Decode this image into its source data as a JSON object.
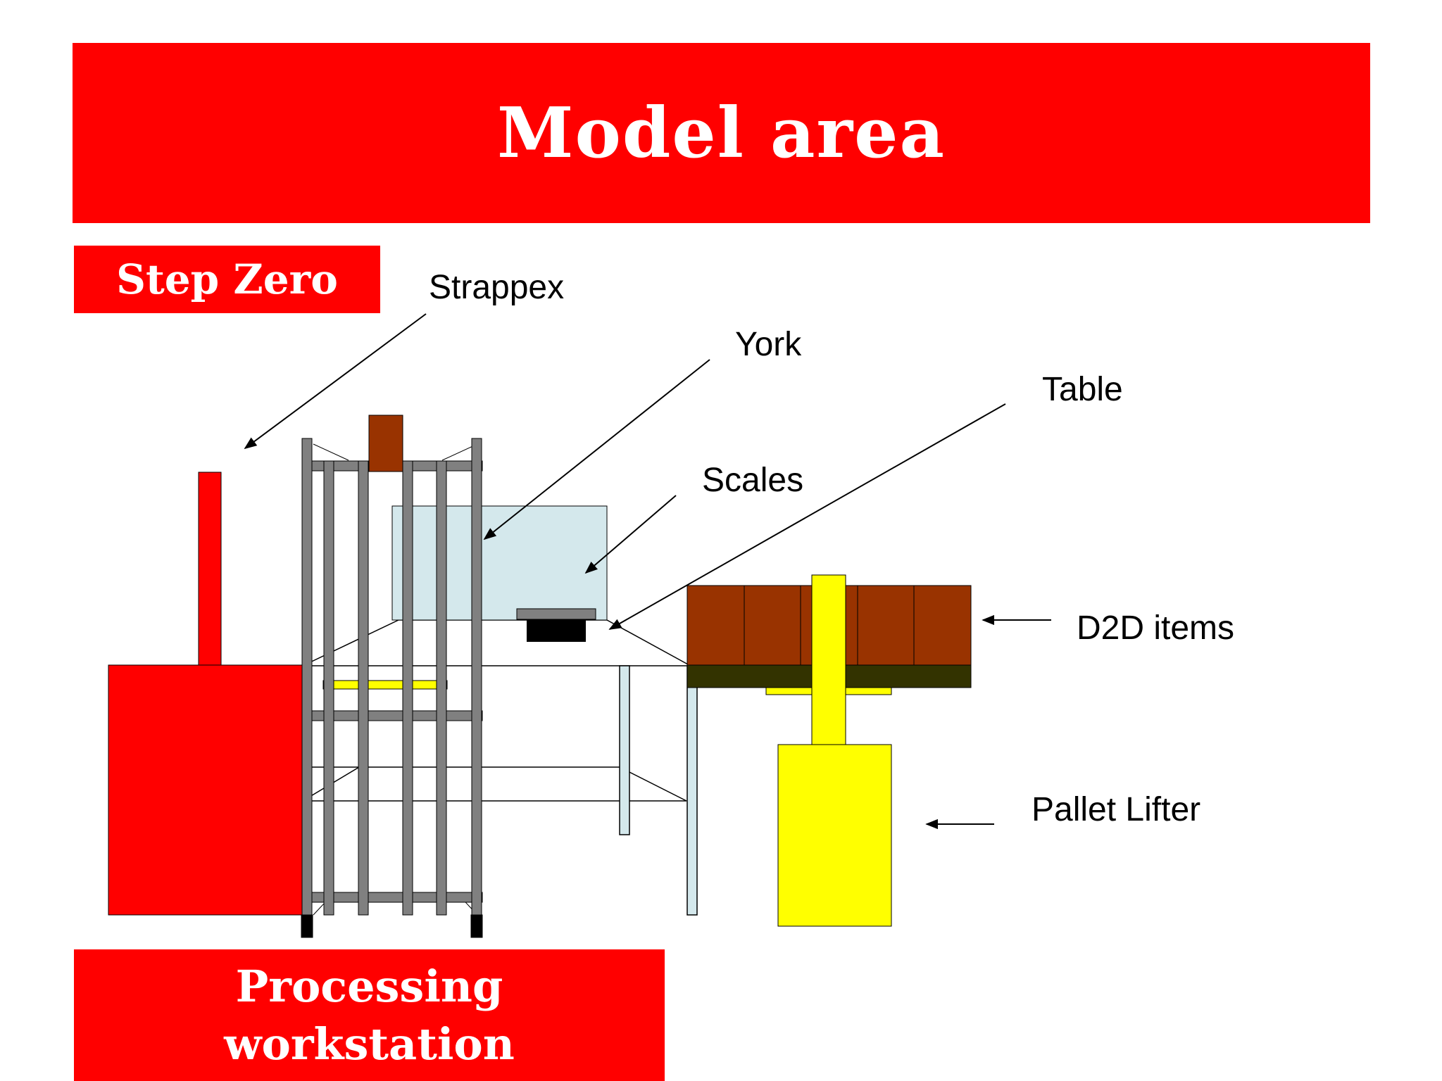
{
  "title": "Model area",
  "step_badge": "Step Zero",
  "footer_banner": {
    "line1": "Processing",
    "line2": "workstation"
  },
  "labels": {
    "strappex": "Strappex",
    "york": "York",
    "table": "Table",
    "scales": "Scales",
    "d2d_items": "D2D items",
    "pallet_lifter": "Pallet Lifter"
  },
  "colors": {
    "banner_red": "#ff0000",
    "strappex_red": "#ff0000",
    "cage_grey": "#808080",
    "york_brown": "#993300",
    "scales_panel": "#d4e8ec",
    "pallet_base": "#333300",
    "lifter_yellow": "#ffff00"
  }
}
